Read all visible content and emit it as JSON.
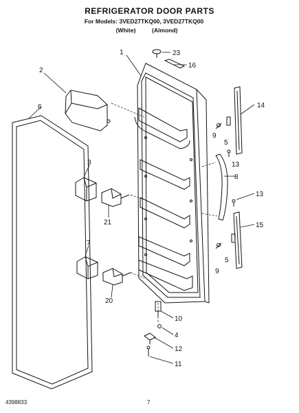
{
  "header": {
    "title": "REFRIGERATOR DOOR PARTS",
    "models": "For Models: 3VED27TKQ00, 3VED27TKQ00",
    "variants": "(White)          (Almond)"
  },
  "callouts": [
    "1",
    "2",
    "3",
    "4",
    "5",
    "5",
    "6",
    "7",
    "8",
    "9",
    "9",
    "10",
    "11",
    "12",
    "13",
    "13",
    "14",
    "15",
    "16",
    "20",
    "21",
    "23"
  ],
  "footer": {
    "doc_number": "4398833",
    "page_number": "7"
  }
}
